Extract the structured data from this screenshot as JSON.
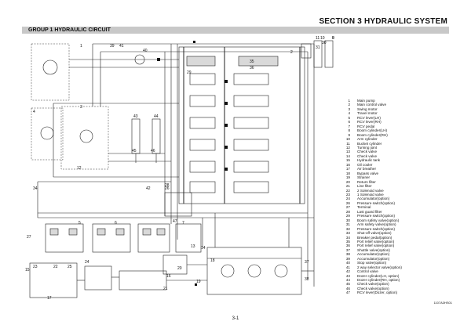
{
  "header": {
    "section_title": "SECTION 3 HYDRAULIC SYSTEM",
    "group_title": "GROUP 1 HYDRAULIC CIRCUIT"
  },
  "diagram": {
    "callouts": [
      "1",
      "2",
      "3",
      "4",
      "5",
      "6",
      "7",
      "8",
      "9",
      "10",
      "11",
      "12",
      "13",
      "14",
      "15",
      "16",
      "17",
      "18",
      "19",
      "20",
      "21",
      "22",
      "23",
      "24",
      "25",
      "26",
      "27",
      "28",
      "29",
      "30",
      "31",
      "34",
      "35",
      "36",
      "37",
      "38",
      "39",
      "40",
      "41",
      "42",
      "43",
      "44",
      "45",
      "46",
      "47"
    ]
  },
  "legend": {
    "items": [
      {
        "num": "1",
        "text": "Main pump"
      },
      {
        "num": "2",
        "text": "Main control valve"
      },
      {
        "num": "3",
        "text": "Swing motor"
      },
      {
        "num": "4",
        "text": "Travel motor"
      },
      {
        "num": "5",
        "text": "RCV lever(LH)"
      },
      {
        "num": "6",
        "text": "RCV lever(RH)"
      },
      {
        "num": "7",
        "text": "RCV pedal"
      },
      {
        "num": "8",
        "text": "Boom cylinder(LH)"
      },
      {
        "num": "9",
        "text": "Boom cylinder(RH)"
      },
      {
        "num": "10",
        "text": "Arm cylinder"
      },
      {
        "num": "11",
        "text": "Bucket cylinder"
      },
      {
        "num": "12",
        "text": "Turning joint"
      },
      {
        "num": "13",
        "text": "Check valve"
      },
      {
        "num": "14",
        "text": "Check valve"
      },
      {
        "num": "15",
        "text": "Hydraulic tank"
      },
      {
        "num": "16",
        "text": "Oil cooler"
      },
      {
        "num": "17",
        "text": "Air breather"
      },
      {
        "num": "18",
        "text": "Bypass valve"
      },
      {
        "num": "19",
        "text": "Strainer"
      },
      {
        "num": "20",
        "text": "Return filter"
      },
      {
        "num": "21",
        "text": "Line filter"
      },
      {
        "num": "22",
        "text": "2 Solenoid valve"
      },
      {
        "num": "23",
        "text": "1 Solenoid valve"
      },
      {
        "num": "24",
        "text": "Accumulator(option)"
      },
      {
        "num": "26",
        "text": "Pressure switch(option)"
      },
      {
        "num": "27",
        "text": "Terminal"
      },
      {
        "num": "28",
        "text": "Last guard filter"
      },
      {
        "num": "29",
        "text": "Pressure switch(option)"
      },
      {
        "num": "30",
        "text": "Boom safety valve(option)"
      },
      {
        "num": "31",
        "text": "Arm safety valve(option)"
      },
      {
        "num": "32",
        "text": "Pressure switch(option)"
      },
      {
        "num": "33",
        "text": "Shut-off valve(option)"
      },
      {
        "num": "34",
        "text": "Breaker pedal(option)"
      },
      {
        "num": "35",
        "text": "Port relief valve(option)"
      },
      {
        "num": "36",
        "text": "Port relief valve(option)"
      },
      {
        "num": "37",
        "text": "Shuttle valve(option)"
      },
      {
        "num": "38",
        "text": "Accumulator(option)"
      },
      {
        "num": "39",
        "text": "Accumulator(option)"
      },
      {
        "num": "40",
        "text": "Stop valve(option)"
      },
      {
        "num": "41",
        "text": "2 way selector valve(option)"
      },
      {
        "num": "42",
        "text": "Control valve"
      },
      {
        "num": "43",
        "text": "Dozer cylinder(LH, option)"
      },
      {
        "num": "44",
        "text": "Dozer cylinder(RH, option)"
      },
      {
        "num": "45",
        "text": "Check valve(option)"
      },
      {
        "num": "46",
        "text": "Check valve(option)"
      },
      {
        "num": "47",
        "text": "RCV lever(Dozer, option)"
      }
    ]
  },
  "footer": {
    "doc_code": "1107A3HS01",
    "page_number": "3-1"
  }
}
